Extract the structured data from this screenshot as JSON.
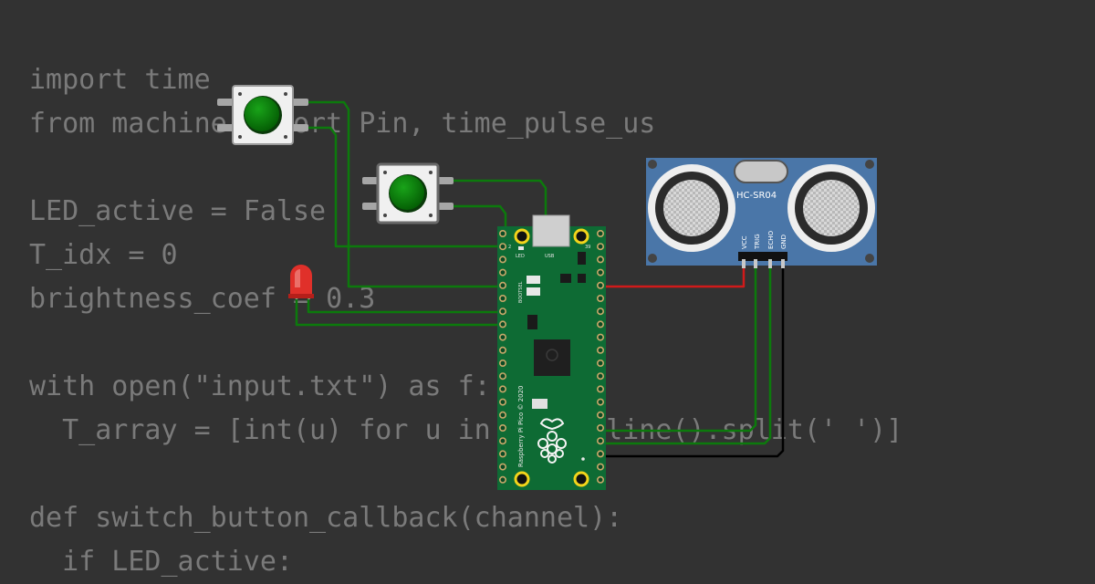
{
  "code": {
    "lines": [
      "import time",
      "from machine import Pin, time_pulse_us",
      "",
      "LED_active = False",
      "T_idx = 0",
      "brightness_coef = 0.3",
      "",
      "with open(\"input.txt\") as f:",
      "  T_array = [int(u) for u in f.readline().split(' ')]",
      "",
      "def switch_button_callback(channel):",
      "  if LED_active:"
    ]
  },
  "board": {
    "usb_label": "USB",
    "led_label": "LED",
    "pin_39": "39",
    "pin_2": "2",
    "boot_label": "BOOTSEL",
    "brand": "Raspberry Pi Pico © 2020"
  },
  "sensor": {
    "model": "HC-SR04",
    "pins": [
      "VCC",
      "TRIG",
      "ECHO",
      "GND"
    ]
  },
  "colors": {
    "background": "#323232",
    "code_text": "#7a7a7a",
    "wire_signal": "#0c7a0c",
    "wire_power": "#d11a1a",
    "wire_ground": "#000000",
    "pcb_green": "#0e6b34",
    "sensor_blue": "#4a76a8",
    "button_cap": "#0a8a0a",
    "led_red": "#e0302a"
  }
}
